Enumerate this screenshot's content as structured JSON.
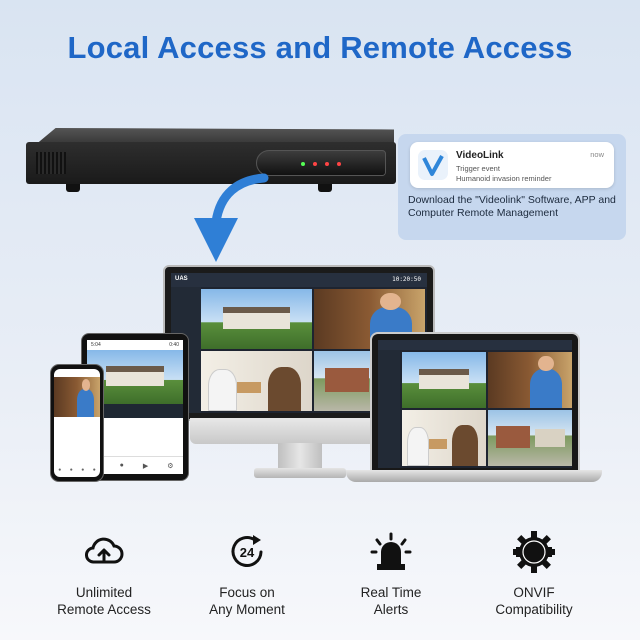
{
  "headline": "Local Access and Remote Access",
  "notification": {
    "app_name": "VideoLink",
    "time": "now",
    "line1": "Trigger event",
    "line2": "Humanoid invasion reminder",
    "description": "Download the \"Videolink\" Software, APP and Computer Remote Management"
  },
  "device_screens": {
    "monitor_logo": "UAS",
    "monitor_clock": "10:20:50",
    "tablet_time": "5:04",
    "tablet_clock": "0:40"
  },
  "features": [
    {
      "icon": "cloud-upload-icon",
      "line1": "Unlimited",
      "line2": "Remote Access"
    },
    {
      "icon": "24-hour-icon",
      "line1": "Focus on",
      "line2": "Any Moment"
    },
    {
      "icon": "alarm-light-icon",
      "line1": "Real Time",
      "line2": "Alerts"
    },
    {
      "icon": "onvif-gear-icon",
      "line1": "ONVIF",
      "line2": "Compatibility"
    }
  ],
  "colors": {
    "headline": "#1f67c7",
    "arrow": "#2f7fd6",
    "notification_panel": "#c6d7ee"
  }
}
